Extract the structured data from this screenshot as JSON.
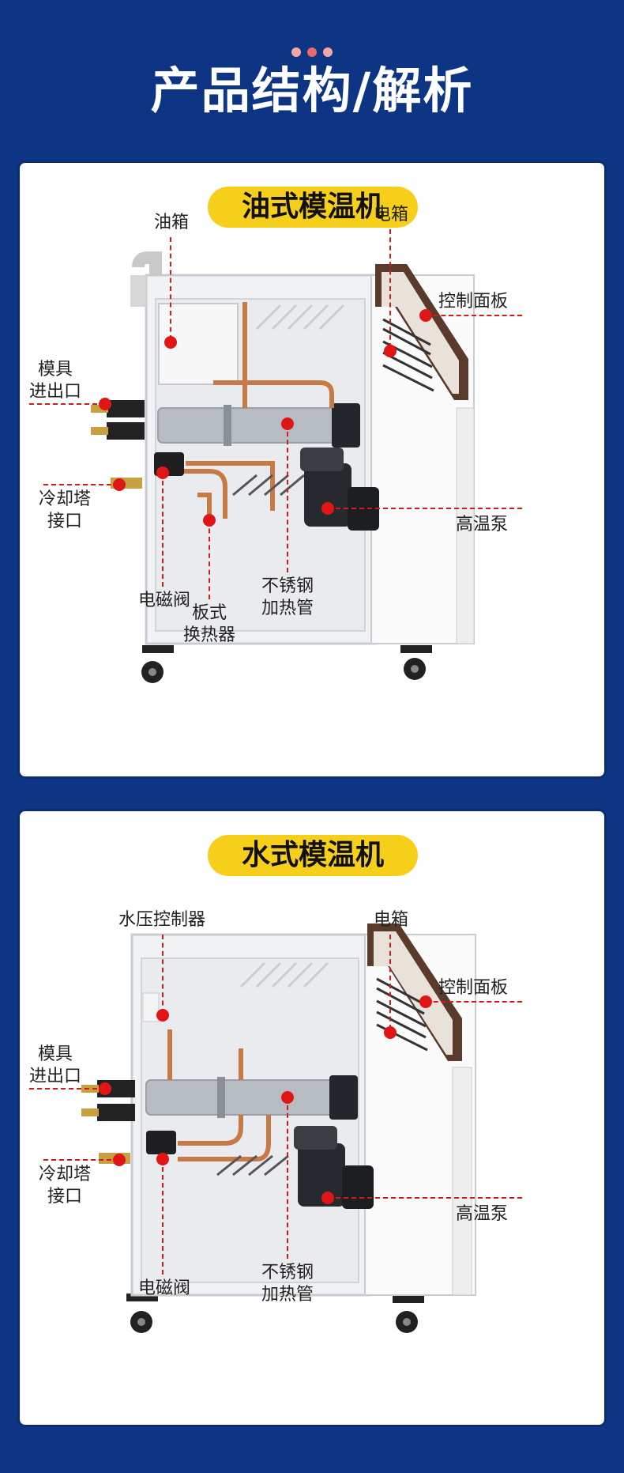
{
  "header": {
    "title": "产品结构/解析",
    "dot_colors": [
      "#f3a7a7",
      "#e86a6a",
      "#f3a7a7"
    ]
  },
  "panels": [
    {
      "heading": "油式模温机",
      "labels": {
        "tank": "油箱",
        "electric_box": "电箱",
        "control_panel": "控制面板",
        "mold_port_line1": "模具",
        "mold_port_line2": "进出口",
        "cooling_port_line1": "冷却塔",
        "cooling_port_line2": "接口",
        "pump": "高温泵",
        "valve": "电磁阀",
        "plate_hx_line1": "板式",
        "plate_hx_line2": "换热器",
        "heater_line1": "不锈钢",
        "heater_line2": "加热管"
      }
    },
    {
      "heading": "水式模温机",
      "labels": {
        "pressure_ctrl": "水压控制器",
        "electric_box": "电箱",
        "control_panel": "控制面板",
        "mold_port_line1": "模具",
        "mold_port_line2": "进出口",
        "cooling_port_line1": "冷却塔",
        "cooling_port_line2": "接口",
        "pump": "高温泵",
        "valve": "电磁阀",
        "heater_line1": "不锈钢",
        "heater_line2": "加热管"
      }
    }
  ],
  "colors": {
    "background": "#0e3484",
    "heading_pill": "#f6cf1a",
    "callout": "#e01616",
    "panel_trim": "#5a3a2a"
  }
}
